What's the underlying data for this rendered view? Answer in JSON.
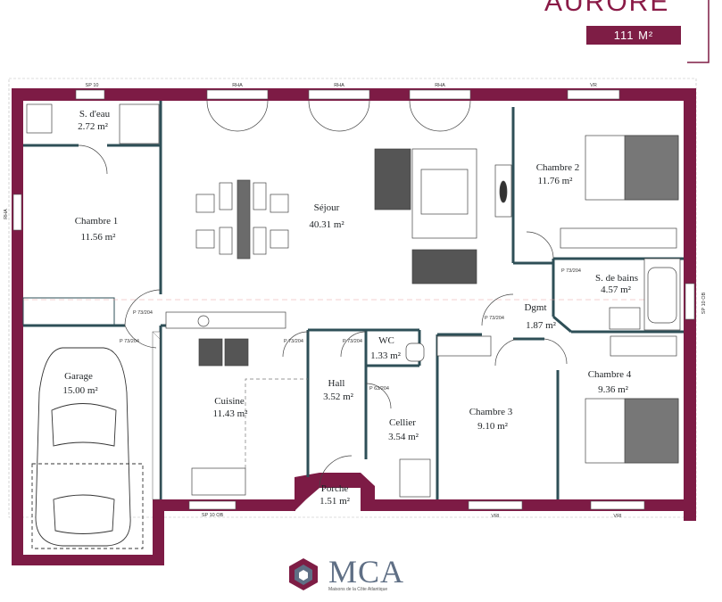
{
  "header": {
    "title": "AURORE",
    "area": "111 M²"
  },
  "brand": {
    "name": "MCA",
    "tagline": "Maisons de la Côte Atlantique"
  },
  "colors": {
    "wall": "#7d1b45",
    "inner_wall": "#2e4f57",
    "accent": "#7e1d45",
    "logo": "#5f6f85"
  },
  "rooms": [
    {
      "name": "S. d'eau",
      "area": "2.72 m²"
    },
    {
      "name": "Chambre 1",
      "area": "11.56 m²"
    },
    {
      "name": "Séjour",
      "area": "40.31 m²"
    },
    {
      "name": "Chambre 2",
      "area": "11.76 m²"
    },
    {
      "name": "S. de bains",
      "area": "4.57 m²"
    },
    {
      "name": "Dgmt",
      "area": "1.87 m²"
    },
    {
      "name": "Garage",
      "area": "15.00 m²"
    },
    {
      "name": "Cuisine",
      "area": "11.43 m²"
    },
    {
      "name": "Hall",
      "area": "3.52 m²"
    },
    {
      "name": "WC",
      "area": "1.33 m²"
    },
    {
      "name": "Cellier",
      "area": "3.54 m²"
    },
    {
      "name": "Chambre 3",
      "area": "9.10 m²"
    },
    {
      "name": "Chambre 4",
      "area": "9.36 m²"
    },
    {
      "name": "Porche",
      "area": "1.51 m²"
    }
  ],
  "window_labels": {
    "sp": "SP 10",
    "rha": "RHA",
    "vri": "VRI",
    "sp_ob": "SP 10 OB",
    "vr": "VR",
    "door_p": "P 73/204",
    "door_p_short": "P 63/204"
  }
}
